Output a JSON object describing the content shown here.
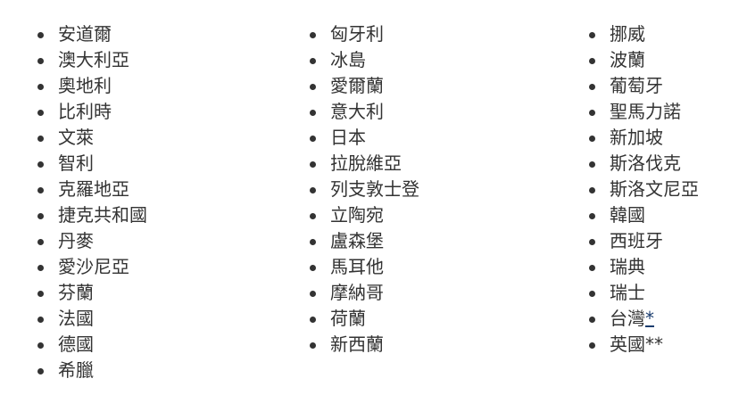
{
  "columns": [
    {
      "items": [
        {
          "name": "安道爾"
        },
        {
          "name": "澳大利亞"
        },
        {
          "name": "奧地利"
        },
        {
          "name": "比利時"
        },
        {
          "name": "文萊"
        },
        {
          "name": "智利"
        },
        {
          "name": "克羅地亞"
        },
        {
          "name": "捷克共和國"
        },
        {
          "name": "丹麥"
        },
        {
          "name": "愛沙尼亞"
        },
        {
          "name": "芬蘭"
        },
        {
          "name": "法國"
        },
        {
          "name": "德國"
        },
        {
          "name": "希臘"
        }
      ]
    },
    {
      "items": [
        {
          "name": "匈牙利"
        },
        {
          "name": "冰島"
        },
        {
          "name": "愛爾蘭"
        },
        {
          "name": "意大利"
        },
        {
          "name": "日本"
        },
        {
          "name": "拉脫維亞"
        },
        {
          "name": "列支敦士登"
        },
        {
          "name": "立陶宛"
        },
        {
          "name": "盧森堡"
        },
        {
          "name": "馬耳他"
        },
        {
          "name": "摩納哥"
        },
        {
          "name": "荷蘭"
        },
        {
          "name": "新西蘭"
        }
      ]
    },
    {
      "items": [
        {
          "name": "挪威"
        },
        {
          "name": "波蘭"
        },
        {
          "name": "葡萄牙"
        },
        {
          "name": "聖馬力諾"
        },
        {
          "name": "新加坡"
        },
        {
          "name": "斯洛伐克"
        },
        {
          "name": "斯洛文尼亞"
        },
        {
          "name": "韓國"
        },
        {
          "name": "西班牙"
        },
        {
          "name": "瑞典"
        },
        {
          "name": "瑞士"
        },
        {
          "name": "台灣",
          "note": "*"
        },
        {
          "name": "英國",
          "note": "**"
        }
      ]
    }
  ],
  "colors": {
    "text": "#333333",
    "link": "#1a3c6e",
    "bullet": "#333333",
    "background": "#ffffff"
  }
}
